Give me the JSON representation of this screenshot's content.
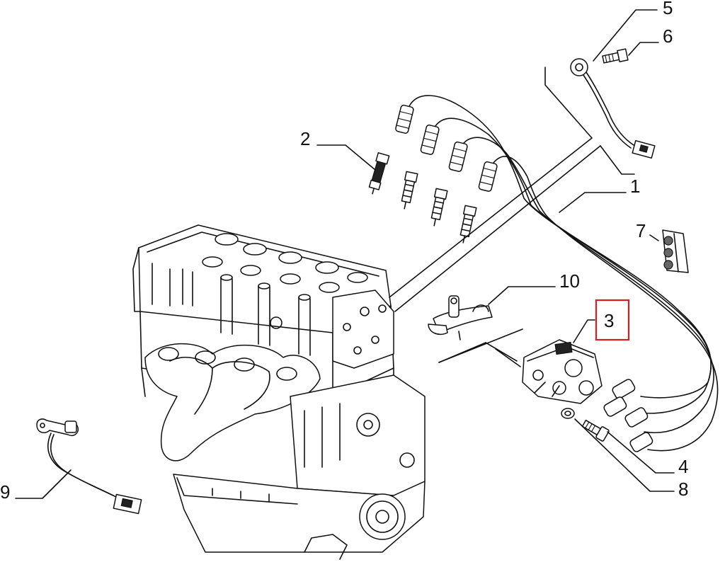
{
  "labels": {
    "l1": "1",
    "l2": "2",
    "l3": "3",
    "l4": "4",
    "l5": "5",
    "l6": "6",
    "l7": "7",
    "l8": "8",
    "l9": "9",
    "l10": "10"
  },
  "highlight": {
    "target": "3",
    "color": "#d81e1e"
  }
}
